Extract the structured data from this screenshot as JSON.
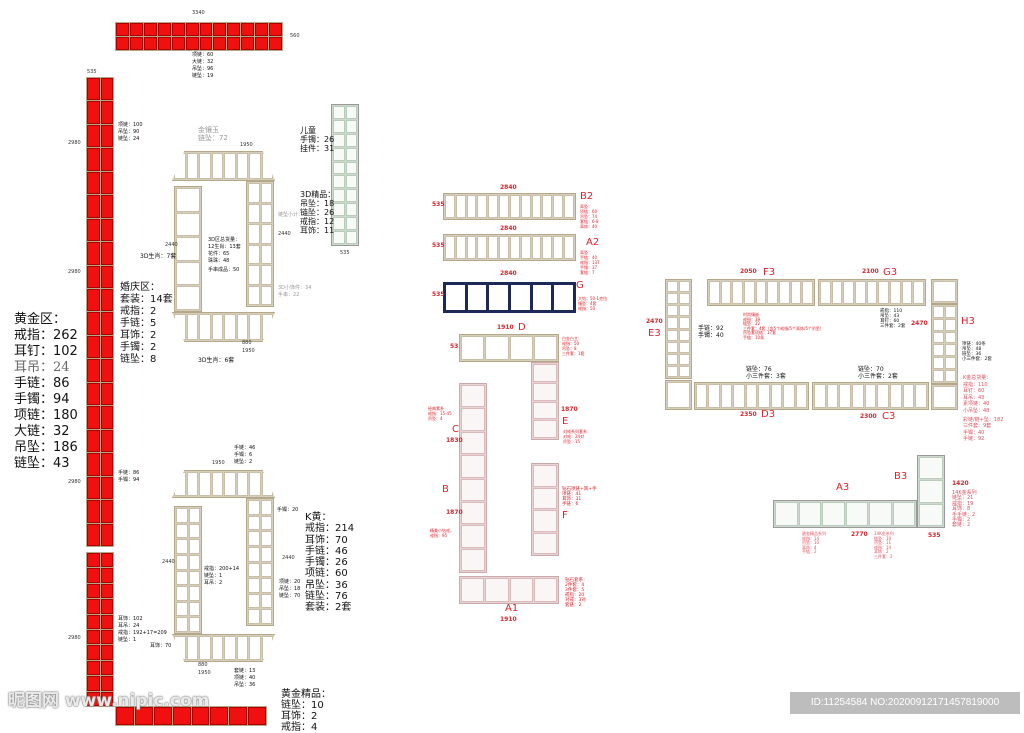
{
  "top_strip": {
    "width": "3340",
    "depth": "560",
    "notes": [
      "项链：60",
      "大链：32",
      "吊坠：96",
      "链坠：19"
    ]
  },
  "left_column": {
    "depth": "535",
    "lengths": [
      "2980",
      "2980",
      "2980",
      "2980"
    ],
    "notes1": [
      "项链：100",
      "吊坠：90",
      "链坠：24"
    ],
    "notes2": [
      "手链：86",
      "手镯：94"
    ],
    "notes3": [
      "耳饰：102",
      "耳吊：24",
      "戒指：192+17=209",
      "链坠：1"
    ]
  },
  "gold_zone": {
    "title": "黄金区：",
    "items": [
      "戒指：262",
      "耳钉：102",
      "耳吊：24",
      "手链：86",
      "手镯：94",
      "项链：180",
      "大链：32",
      "吊坠：186",
      "链坠：43"
    ]
  },
  "wedding_zone": {
    "title": "婚庆区：",
    "items": [
      "套装：14套",
      "戒指：2",
      "手链：5",
      "耳饰：2",
      "手镯：2",
      "链坠：8"
    ]
  },
  "counter1": {
    "top_title": "金镶玉",
    "top_sub": "链坠：72",
    "width": "1950",
    "height": "2440",
    "inner": "880",
    "left_note": "3D生肖：7套",
    "bottom_note": "3D生肖：6套",
    "center": [
      "3D区总货量：",
      "12生肖：13套",
      "花件：65",
      "珠珠：48",
      "手串成品：50"
    ],
    "right_notes": [
      "链坠小计：50",
      "3D小饰件：34",
      "手串：22"
    ]
  },
  "kids": {
    "title": "儿童",
    "items": [
      "手镯：26",
      "挂件：31"
    ]
  },
  "jing3d": {
    "title": "3D精品：",
    "items": [
      "吊坠：18",
      "链坠：26",
      "戒指：12",
      "耳饰：11"
    ],
    "depth": "535"
  },
  "counter2": {
    "top_notes": [
      "手链：46",
      "手镯：6",
      "链坠：2"
    ],
    "width": "1950",
    "height": "2440",
    "inner": "880",
    "right_top": "手镯：20",
    "left_bottom": "耳饰：70",
    "center": [
      "戒指：200+14",
      "链坠：1",
      "耳吊：2"
    ],
    "right_notes": [
      "项链：20",
      "吊坠：18",
      "链坠：70"
    ],
    "bottom_notes": [
      "套链：13",
      "项链：40",
      "吊坠：36"
    ]
  },
  "k_gold": {
    "title": "K黄：",
    "items": [
      "戒指：214",
      "耳饰：70",
      "手链：46",
      "手镯：26",
      "项链：60",
      "吊坠：36",
      "链坠：76",
      "套装：2套"
    ]
  },
  "gold_premium": {
    "title": "黄金精品：",
    "items": [
      "链坠：10",
      "耳饰：2",
      "戒指：4"
    ]
  },
  "b2": {
    "label": "B2",
    "width": "2840",
    "depth": "535",
    "notes": [
      "耳坠：",
      "项链：60",
      "吊坠：74",
      "套链：6-8",
      "耳饰：40"
    ]
  },
  "a2": {
    "label": "A2",
    "width": "2840",
    "depth": "535",
    "notes": [
      "耳坠：",
      "手链：40",
      "戒指：137",
      "手镯：37",
      "套链：7"
    ]
  },
  "g": {
    "label": "G",
    "width": "2840",
    "depth": "535",
    "notes": [
      "大钻：50-1克拉",
      "镶坠：4套",
      "戒指：50"
    ]
  },
  "diamond": {
    "d_label": "D",
    "d_width": "1910",
    "d_depth": "535",
    "d_notes": [
      "白金白主：",
      "戒指：50",
      "吊坠：8",
      "三件套：1套"
    ],
    "c_label": "C",
    "c_len": "1830",
    "c_notes": [
      "经典素系",
      "戒指：15-45",
      "吊坠：4"
    ],
    "b_label": "B",
    "b_len": "1870",
    "b_notes": [
      "精美小钻戒，",
      "戒指：95"
    ],
    "e_label": "E",
    "e_len": "1870",
    "e_notes": [
      "对戒系列套系：",
      "对戒：24对",
      "吊坠：15"
    ],
    "f_label": "F",
    "f_notes": [
      "钻石项链+耳+手",
      "项链：41",
      "耳饰：31",
      "手链：6"
    ],
    "a1_label": "A1",
    "a1_width": "1910",
    "a1_notes": [
      "钻石套系：",
      "2件套：4",
      "3件套：5",
      "戒指：20",
      "对戒：3对",
      "套链：2"
    ]
  },
  "kgold_counter": {
    "f3": "F3",
    "f3_w": "2050",
    "g3": "G3",
    "g3_w": "2100",
    "e3": "E3",
    "e3_len": "2470",
    "h3": "H3",
    "h3_len": "2470",
    "d3": "D3",
    "d3_w": "2350",
    "c3": "C3",
    "c3_w": "2300",
    "f3_notes": [
      "时尚镶嵌",
      "戒指：39",
      "链坠：22",
      "三件套：4套（含5个戒指/5个耳饰/5个吊坠）",
      "吊坠套项链：17套",
      "手链：10条"
    ],
    "g3_notes": [
      "戒指：110",
      "吊坠：43",
      "耳钉：60",
      "三件套：2套"
    ],
    "e3_notes": [
      "手链：92",
      "手镯：40"
    ],
    "d3_notes": [
      "链坠：76",
      "小三件套：3套"
    ],
    "c3_notes": [
      "链坠：70",
      "小三件套：2套"
    ],
    "h3_notes": [
      "项链：40条",
      "吊坠：48",
      "链坠：36",
      "小三件套：2套"
    ],
    "summary": [
      "K金总货量：",
      "戒指：110",
      "耳钉：60",
      "耳吊：43",
      "素项链：40",
      "小吊坠：48",
      "彩链/链+坠：182",
      "三件套：9套",
      "手镯：40",
      "手链：92"
    ]
  },
  "a3b3": {
    "a3": "A3",
    "b3": "B3",
    "width": "2770",
    "b3_len": "1420",
    "depth": "535",
    "notes_a": [
      "碧玺精品系列",
      "戒指：14",
      "吊坠：10",
      "耳饰：4",
      "手链：2"
    ],
    "notes_b": [
      "14K金系列",
      "链坠：10",
      "吊坠：11",
      "戒指：14",
      "耳饰：2",
      "三件套：2"
    ],
    "notes_c": [
      "14K金系列",
      "链坠：21",
      "戒指：19",
      "耳饰：8",
      "手手链：2",
      "手镯：2",
      "套链：2"
    ]
  },
  "watermark": {
    "logo": "昵图网 www.nipic.com",
    "id": "ID:11254584 NO:20200912171457819000"
  }
}
